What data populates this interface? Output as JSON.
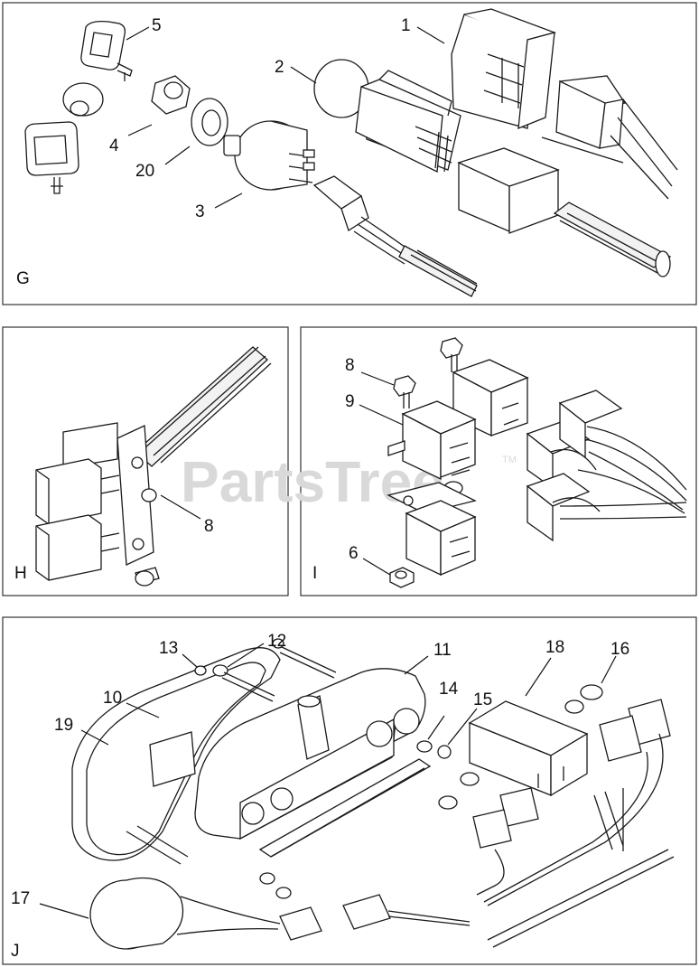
{
  "watermark": {
    "text": "PartsTree",
    "tm": "TM"
  },
  "panels": [
    {
      "id": "G",
      "label": "G",
      "callouts": [
        "5",
        "1",
        "2",
        "4",
        "20",
        "3"
      ]
    },
    {
      "id": "H",
      "label": "H",
      "callouts": [
        "8"
      ]
    },
    {
      "id": "I",
      "label": "I",
      "callouts": [
        "8",
        "9",
        "6"
      ]
    },
    {
      "id": "J",
      "label": "J",
      "callouts": [
        "13",
        "12",
        "11",
        "18",
        "16",
        "10",
        "19",
        "14",
        "15",
        "17"
      ]
    }
  ]
}
